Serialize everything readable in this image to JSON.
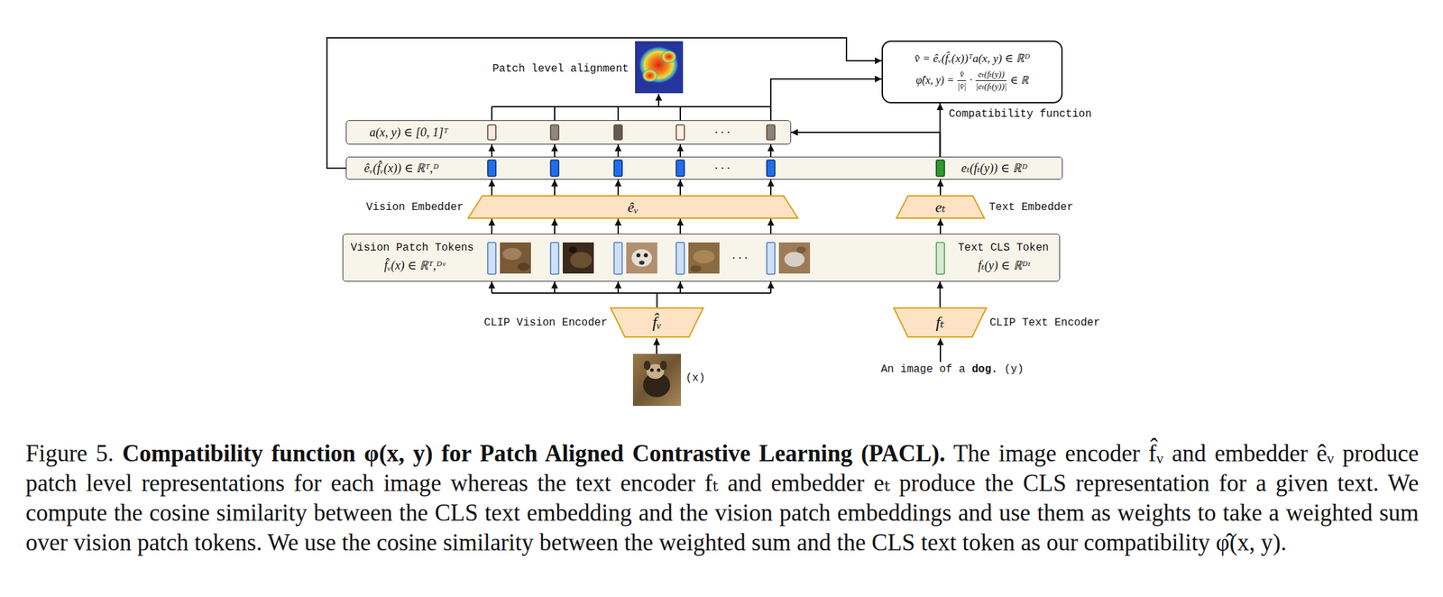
{
  "diagram": {
    "caption": "Figure 5. Compatibility function φ(x, y) for Patch Aligned Contrastive Learning (PACL). The image encoder f̂ᵥ and embedder êᵥ produce patch level representations for each image whereas the text encoder fₜ and embedder eₜ produce the CLS representation for a given text. We compute the cosine similarity between the CLS text embedding and the vision patch embeddings and use them as weights to take a weighted sum over vision patch tokens. We use the cosine similarity between the weighted sum and the CLS text token as our compatibility φ̂(x, y).",
    "nodes": [
      {
        "text": [
          "v̂ = êᵥ(f̂ᵥ(x))ᵀa(x, y) ∈ ℝᴰ",
          "φ̂(x, y) =",
          "v̂",
          "|v̂|",
          "·",
          "eₜ(fₜ(y))",
          "|eₜ(fₜ(y))|",
          "∈ ℝ"
        ]
      },
      {
        "text": [
          "a(x, y) ∈ [0, 1]ᵀ",
          "· · ·"
        ]
      },
      {
        "text": [
          "êᵥ(f̂ᵥ(x)) ∈ ℝᵀ,ᴰ",
          "· · ·",
          "eₜ(fₜ(y)) ∈ ℝᴰ"
        ]
      },
      {
        "text": [
          "Vision Embedder",
          "êᵥ"
        ]
      },
      {
        "text": [
          "eₜ",
          "Text Embedder"
        ]
      },
      {
        "text": [
          "Vision Patch Tokens",
          "f̂ᵥ(x) ∈ ℝᵀ,ᴰᵛ",
          "· · ·",
          "Text CLS Token",
          "fₜ(y) ∈ ℝᴰᵗ"
        ]
      },
      {
        "text": [
          "CLIP Vision Encoder",
          "f̂ᵥ"
        ]
      },
      {
        "text": [
          "fₜ",
          "CLIP Text Encoder"
        ]
      }
    ],
    "edges": [
      {
        "from": 6,
        "to": 5,
        "arrow": "to"
      },
      {
        "from": 7,
        "to": 5,
        "arrow": "to"
      },
      {
        "from": 5,
        "to": 3,
        "arrow": "to"
      },
      {
        "from": 5,
        "to": 4,
        "arrow": "to"
      },
      {
        "from": 3,
        "to": 2,
        "arrow": "to"
      },
      {
        "from": 4,
        "to": 2,
        "arrow": "to"
      },
      {
        "from": 2,
        "to": 1,
        "arrow": "to"
      },
      {
        "from": 2,
        "to": 1,
        "arrow": "to"
      },
      {
        "from": 2,
        "to": 0,
        "arrow": "to",
        "label": "Compatibility function"
      },
      {
        "from": 2,
        "to": 0,
        "arrow": "to"
      },
      {
        "from": 1,
        "to": 0,
        "arrow": "to"
      }
    ],
    "labels": [
      "Patch level alignment",
      "(x)",
      "An image of a",
      "dog.",
      "(y)"
    ]
  }
}
